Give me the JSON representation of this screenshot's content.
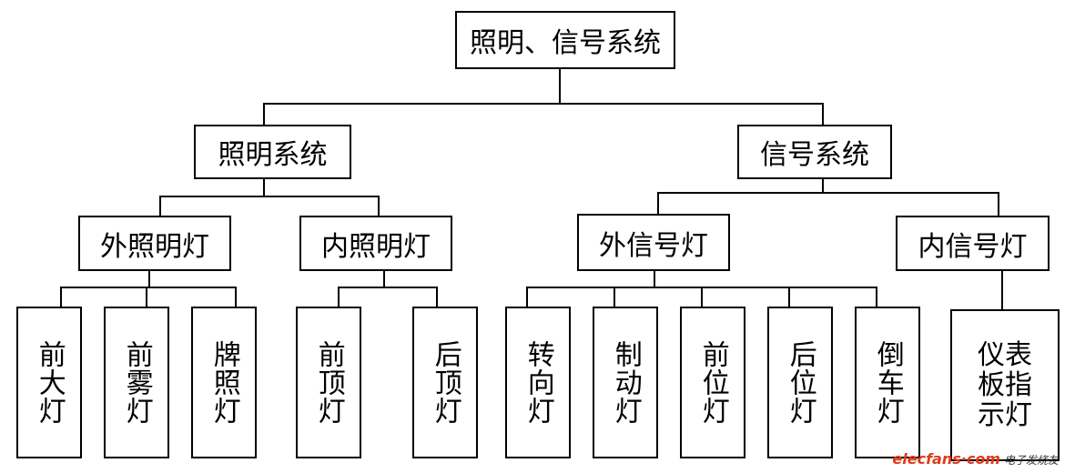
{
  "root": "照明、信号系统",
  "level1": {
    "lighting": "照明系统",
    "signal": "信号系统"
  },
  "level2": {
    "ext_lighting": "外照明灯",
    "int_lighting": "内照明灯",
    "ext_signal": "外信号灯",
    "int_signal": "内信号灯"
  },
  "leaves": {
    "headlight": "前大灯",
    "fog": "前雾灯",
    "plate": "牌照灯",
    "front_dome": "前顶灯",
    "rear_dome": "后顶灯",
    "turn": "转向灯",
    "brake": "制动灯",
    "front_pos": "前位灯",
    "rear_pos": "后位灯",
    "reverse": "倒车灯",
    "dash": "仪表板指示灯"
  },
  "watermark": {
    "site": "elecfans·com",
    "cn": "电子发烧友"
  }
}
